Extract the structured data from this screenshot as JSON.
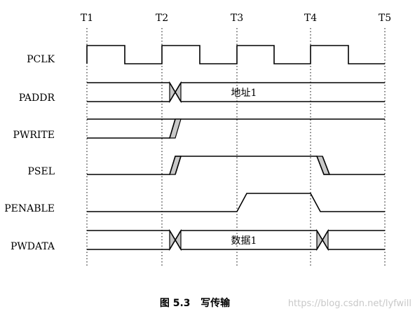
{
  "figure": {
    "time_markers": [
      "T1",
      "T2",
      "T3",
      "T4",
      "T5"
    ],
    "signals": [
      {
        "name": "PCLK",
        "kind": "clock"
      },
      {
        "name": "PADDR",
        "kind": "bus",
        "value": "地址1"
      },
      {
        "name": "PWRITE",
        "kind": "control",
        "level_after_T2": "high"
      },
      {
        "name": "PSEL",
        "kind": "control",
        "high_from": "T2",
        "low_at": "T4"
      },
      {
        "name": "PENABLE",
        "kind": "control",
        "high_from": "T3",
        "low_at": "T4"
      },
      {
        "name": "PWDATA",
        "kind": "bus",
        "value": "数据1"
      }
    ],
    "caption": "图 5.3   写传输",
    "watermark": "https://blog.csdn.net/lyfwill"
  }
}
